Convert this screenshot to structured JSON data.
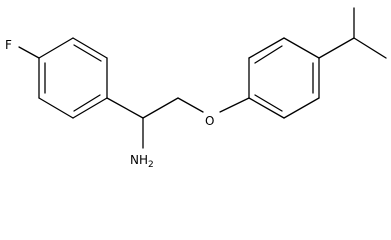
{
  "molecule": {
    "atoms": {
      "fluorine": "F",
      "oxygen": "O",
      "amine": "NH",
      "amine_subscript": "2"
    }
  }
}
